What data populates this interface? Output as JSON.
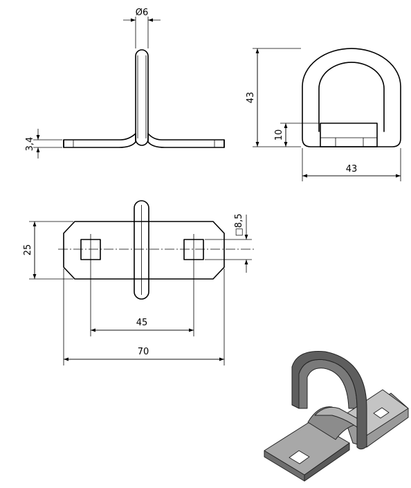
{
  "dimensions": {
    "pin_diameter": "Ø6",
    "plate_thickness": "3,4",
    "ring_height": "43",
    "base_height": "10",
    "ring_width": "43",
    "plate_width": "25",
    "square_hole": "□8,5",
    "hole_spacing": "45",
    "plate_length": "70"
  },
  "colors": {
    "line": "#000000",
    "background": "#ffffff",
    "iso_dark": "#4a4a4a",
    "iso_mid": "#8a8a8a",
    "iso_light": "#bdbdbd"
  }
}
